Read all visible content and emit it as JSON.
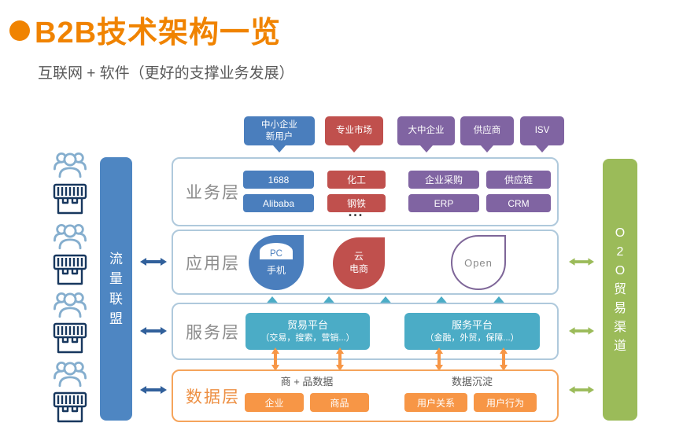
{
  "header": {
    "title": "B2B技术架构一览",
    "subtitle": "互联网 + 软件（更好的支撑业务发展）"
  },
  "top_callouts": [
    {
      "line1": "中小企业",
      "line2": "新用户",
      "color": "#4A7EBD"
    },
    {
      "line1": "专业市场",
      "color": "#C0504D"
    },
    {
      "line1": "大中企业",
      "color": "#8064A2"
    },
    {
      "line1": "供应商",
      "color": "#8064A2"
    },
    {
      "line1": "ISV",
      "color": "#8064A2"
    }
  ],
  "left_panel": {
    "bar_label": "流量联盟",
    "icons": [
      "users-group-icon",
      "storefront-icon"
    ]
  },
  "right_panel": {
    "bar_label": "O2O贸易渠道"
  },
  "layers": {
    "business": {
      "label": "业务层",
      "boxes": [
        {
          "label": "1688",
          "color": "#4A7EBD"
        },
        {
          "label": "Alibaba",
          "color": "#4A7EBD"
        },
        {
          "label": "化工",
          "color": "#C0504D"
        },
        {
          "label": "钢铁",
          "color": "#C0504D"
        },
        {
          "label": "企业采购",
          "color": "#8064A2"
        },
        {
          "label": "ERP",
          "color": "#8064A2"
        },
        {
          "label": "供应链",
          "color": "#8064A2"
        },
        {
          "label": "CRM",
          "color": "#8064A2"
        }
      ],
      "ellipsis": "•••"
    },
    "application": {
      "label": "应用层",
      "items": [
        {
          "top": "PC",
          "bottom": "手机",
          "color": "#4A7EBD"
        },
        {
          "top": "云",
          "bottom": "电商",
          "color": "#C0504D"
        },
        {
          "label": "Open",
          "color": "#7E6698"
        }
      ]
    },
    "service": {
      "label": "服务层",
      "platforms": [
        {
          "title": "贸易平台",
          "subtitle": "（交易，搜索，营销...）"
        },
        {
          "title": "服务平台",
          "subtitle": "（金融，外贸，保障...）"
        }
      ]
    },
    "data": {
      "label": "数据层",
      "groups": [
        {
          "title": "商 + 品数据",
          "boxes": [
            "企业",
            "商品"
          ]
        },
        {
          "title": "数据沉淀",
          "boxes": [
            "用户关系",
            "用户行为"
          ]
        }
      ]
    }
  },
  "colors": {
    "accent_orange": "#F08300",
    "subtitle_gray": "#595959",
    "blue": "#4A7EBD",
    "red": "#C0504D",
    "purple": "#8064A2",
    "teal": "#4BACC6",
    "orange": "#F79646",
    "green": "#9BBB59",
    "dark_blue_arrow": "#31609B",
    "border_blue": "#AFC9DC",
    "border_orange": "#F5A45B"
  }
}
